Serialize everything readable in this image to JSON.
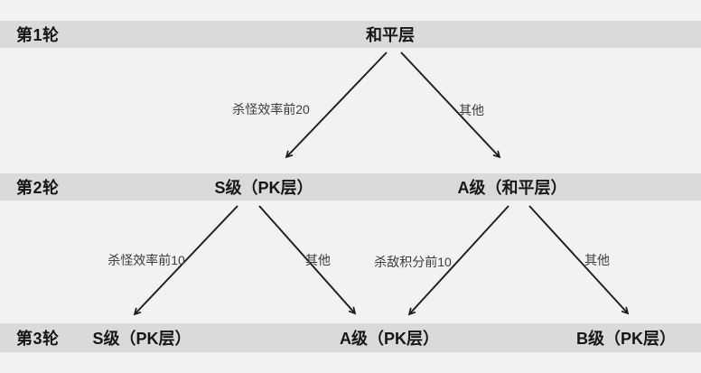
{
  "diagram": {
    "rounds": [
      {
        "label": "第1轮",
        "nodes": [
          {
            "label": "和平层"
          }
        ]
      },
      {
        "label": "第2轮",
        "nodes": [
          {
            "label": "S级（PK层）"
          },
          {
            "label": "A级（和平层）"
          }
        ]
      },
      {
        "label": "第3轮",
        "nodes": [
          {
            "label": "S级（PK层）"
          },
          {
            "label": "A级（PK层）"
          },
          {
            "label": "B级（PK层）"
          }
        ]
      }
    ],
    "edges": [
      {
        "from": "和平层",
        "to": "S级（PK层）",
        "label": "杀怪效率前20"
      },
      {
        "from": "和平层",
        "to": "A级（和平层）",
        "label": "其他"
      },
      {
        "from": "S级（PK层）",
        "to": "S级（PK层）",
        "label": "杀怪效率前10"
      },
      {
        "from": "S级（PK层）",
        "to": "A级（PK层）",
        "label": "其他"
      },
      {
        "from": "A级（和平层）",
        "to": "A级（PK层）",
        "label": "杀敌积分前10"
      },
      {
        "from": "A级（和平层）",
        "to": "B级（PK层）",
        "label": "其他"
      }
    ],
    "colors": {
      "background": "#f2f2f1",
      "band": "#dadad9",
      "node_text": "#161616",
      "edge_text": "#3c3c3c",
      "arrow": "#1c1c1c"
    }
  }
}
